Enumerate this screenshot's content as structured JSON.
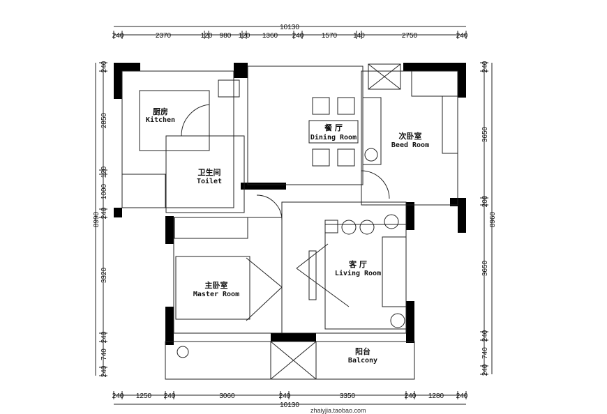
{
  "dimensions": {
    "top_total": "10130",
    "top": [
      "240",
      "2370",
      "120",
      "980",
      "120",
      "1360",
      "240",
      "1570",
      "140",
      "2750",
      "240"
    ],
    "bottom_total": "10130",
    "bottom": [
      "240",
      "1250",
      "240",
      "3060",
      "240",
      "3350",
      "240",
      "1280",
      "240"
    ],
    "left_total": "8990",
    "left": [
      "240",
      "2850",
      "120",
      "1000",
      "240",
      "3320",
      "240",
      "740",
      "240"
    ],
    "right_total": "8960",
    "right": [
      "240",
      "3650",
      "200",
      "3650",
      "240",
      "740",
      "240"
    ]
  },
  "rooms": {
    "kitchen": {
      "cn": "厨房",
      "en": "Kitchen"
    },
    "toilet": {
      "cn": "卫生间",
      "en": "Toilet"
    },
    "dining": {
      "cn": "餐  厅",
      "en": "Dining Room"
    },
    "bedroom2": {
      "cn": "次卧室",
      "en": "Beed Room"
    },
    "living": {
      "cn": "客  厅",
      "en": "Living Room"
    },
    "master": {
      "cn": "主卧室",
      "en": "Master Room"
    },
    "balcony": {
      "cn": "阳台",
      "en": "Balcony"
    }
  },
  "watermark": "zhaiyjia.taobao.com"
}
